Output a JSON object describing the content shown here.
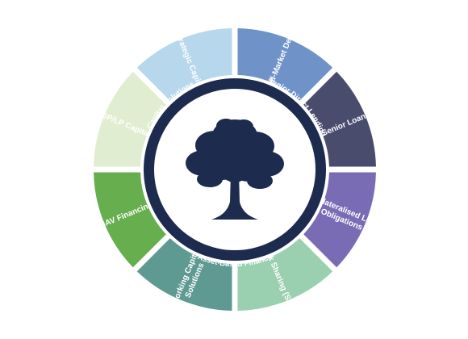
{
  "segments": [
    {
      "lines": [
        "Mid-Market Debt"
      ],
      "color": "#6f93c8"
    },
    {
      "lines": [
        "Senior Loan"
      ],
      "color": "#4a4c6e"
    },
    {
      "lines": [
        "Collateralised Loan",
        "Obligations"
      ],
      "color": "#7a6bb5"
    },
    {
      "lines": [
        "Risk Sharing (SRT)"
      ],
      "color": "#9acfb0"
    },
    {
      "lines": [
        "Working Capital",
        "Solutions"
      ],
      "color": "#5e9a92"
    },
    {
      "lines": [
        "NAV Financing"
      ],
      "color": "#66ae4e"
    },
    {
      "lines": [
        "GP/LP Capital"
      ],
      "color": "#e1edd0"
    },
    {
      "lines": [
        "Strategic Capital"
      ],
      "color": "#b6d7ec"
    }
  ],
  "ring_labels": [
    "Senior Direct Lending",
    "Asset-Based Finance",
    "Capital Solutions"
  ],
  "ring_color": "#1c2b4e",
  "tree_color": "#1c2b4e",
  "label_color": "#ffffff"
}
